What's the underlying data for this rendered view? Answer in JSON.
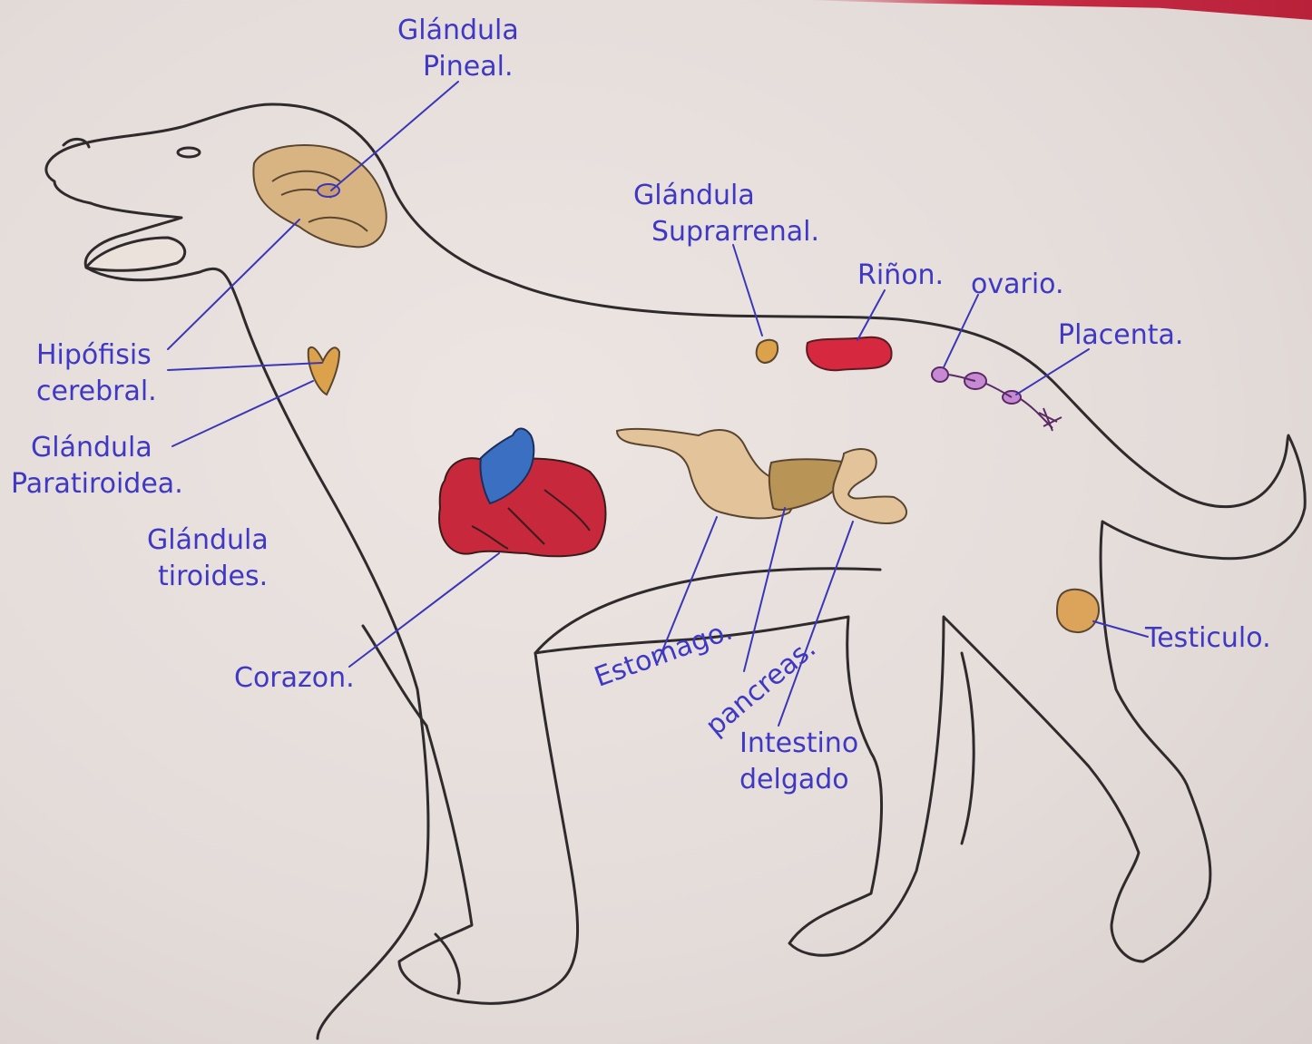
{
  "labels": {
    "pineal": {
      "line1": "Glándula",
      "line2": "Pineal."
    },
    "hipofisis": {
      "line1": "Hipófisis",
      "line2": "cerebral."
    },
    "paratiroidea": {
      "line1": "Glándula",
      "line2": "Paratiroidea."
    },
    "tiroides": {
      "line1": "Glándula",
      "line2": "tiroides."
    },
    "corazon": {
      "line1": "Corazon."
    },
    "suprarrenal": {
      "line1": "Glándula",
      "line2": "Suprarrenal."
    },
    "rinon": {
      "line1": "Riñon."
    },
    "ovario": {
      "line1": "ovario."
    },
    "placenta": {
      "line1": "Placenta."
    },
    "estomago": {
      "line1": "Estomago."
    },
    "pancreas": {
      "line1": "pancreas."
    },
    "intestino": {
      "line1": "Intestino",
      "line2": "delgado"
    },
    "testiculo": {
      "line1": "Testiculo."
    }
  },
  "colors": {
    "outline": "#2f2b2d",
    "ink": "#3e38c4",
    "brain": "#d8b483",
    "heart": "#c8283c",
    "heart_vessel": "#3a6fc2",
    "kidney": "#d6283f",
    "ovary": "#c68ad2",
    "stomach": "#e3c49a",
    "pancreas": "#b99457",
    "thyroid": "#dba24b",
    "testicle": "#dca35a"
  }
}
